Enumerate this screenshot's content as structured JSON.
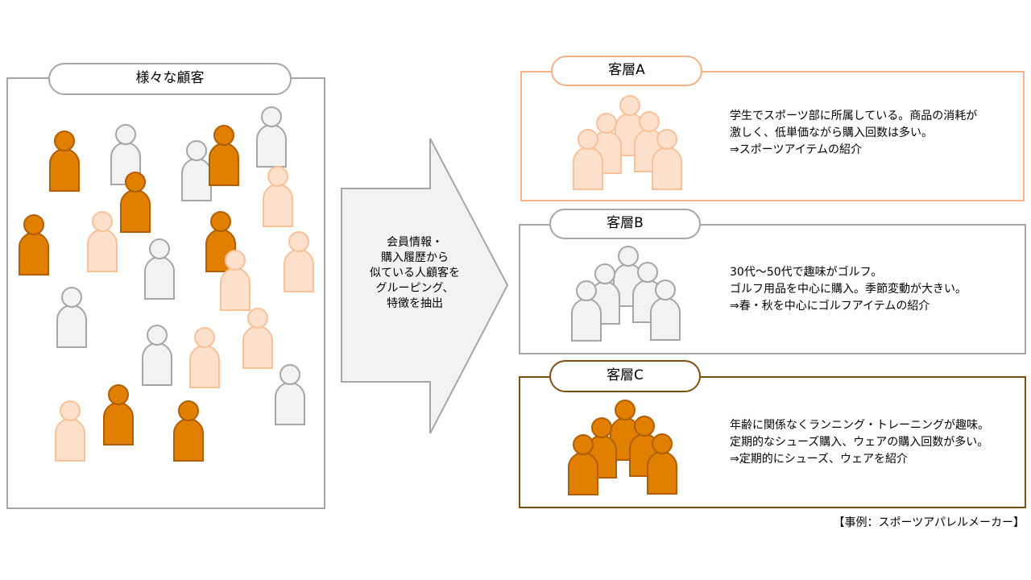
{
  "left_panel": {
    "title": "様々な顧客"
  },
  "arrow": {
    "lines": [
      "会員情報・",
      "購入履歴から",
      "似ている人顧客を",
      "グルーピング、",
      "特徴を抽出"
    ]
  },
  "segments": [
    {
      "label": "客層A",
      "lines": [
        "学生でスポーツ部に所属している。商品の消耗が",
        "激しく、低単価ながら購入回数は多い。",
        "⇒スポーツアイテムの紹介"
      ],
      "color": "#f4b183"
    },
    {
      "label": "客層B",
      "lines": [
        "30代～50代で趣味がゴルフ。",
        "ゴルフ用品を中心に購入。季節変動が大きい。",
        "⇒春・秋を中心にゴルフアイテムの紹介"
      ],
      "color": "#a6a6a6"
    },
    {
      "label": "客層C",
      "lines": [
        "年齢に関係なくランニング・トレーニングが趣味。",
        "定期的なシューズ購入、ウェアの購入回数が多い。",
        "⇒定期的にシューズ、ウェアを紹介"
      ],
      "color": "#7f4f10"
    }
  ],
  "footer": {
    "note": "【事例：スポーツアパレルメーカー】"
  },
  "colors": {
    "dark_orange": "#e07f00",
    "light_orange": "#fde0cc",
    "gray": "#f2f2f2"
  }
}
